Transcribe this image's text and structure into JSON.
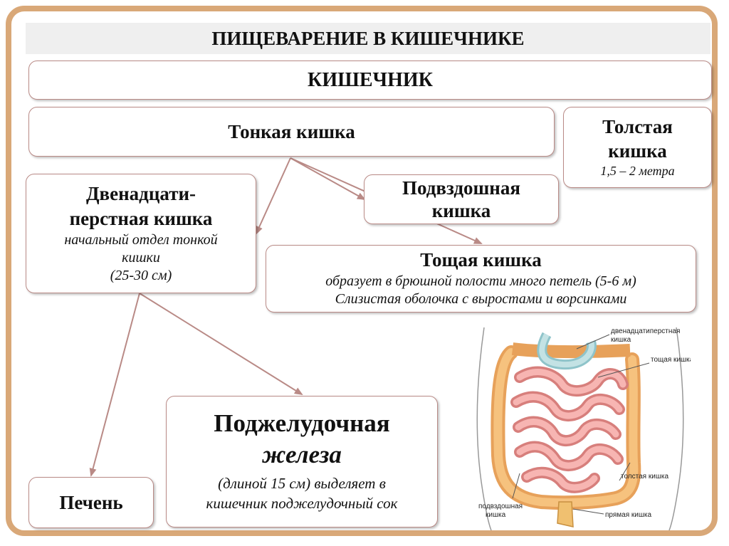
{
  "title": "ПИЩЕВАРЕНИЕ В КИШЕЧНИКЕ",
  "intestine": "КИШЕЧНИК",
  "small_intestine": "Тонкая кишка",
  "large_intestine": {
    "title_line1": "Толстая",
    "title_line2": "кишка",
    "length": "1,5 – 2 метра"
  },
  "duodenum": {
    "title_line1": "Двенадцати-",
    "title_line2": "перстная кишка",
    "desc_line1": "начальный отдел тонкой",
    "desc_line2": "кишки",
    "desc_line3": "(25-30 см)"
  },
  "ileum": {
    "title_line1": "Подвздошная",
    "title_line2": "кишка"
  },
  "jejunum": {
    "title": "Тощая кишка",
    "desc_line1": "образует в брюшной полости много петель  (5-6 м)",
    "desc_line2": "Слизистая оболочка с выростами и ворсинками"
  },
  "pancreas": {
    "title_line1": "Поджелудочная",
    "title_line2": "железа",
    "desc_line1": "(длиной 15 см) выделяет в",
    "desc_line2": "кишечник поджелудочный сок"
  },
  "liver": "Печень",
  "illustration": {
    "label_duodenum_line1": "двенадцатиперстная",
    "label_duodenum_line2": "кишка",
    "label_jejunum": "тощая кишка",
    "label_colon": "толстая кишка",
    "label_ileum_line1": "подвздошная",
    "label_ileum_line2": "кишка",
    "label_rectum": "прямая кишка"
  },
  "colors": {
    "frame": "#d9a878",
    "box_border": "#b98a86",
    "arrow": "#b98a86",
    "intestine_pink": "#f2a7a6",
    "intestine_dark": "#d98a6e",
    "duodenum_blue": "#b8dadd"
  }
}
